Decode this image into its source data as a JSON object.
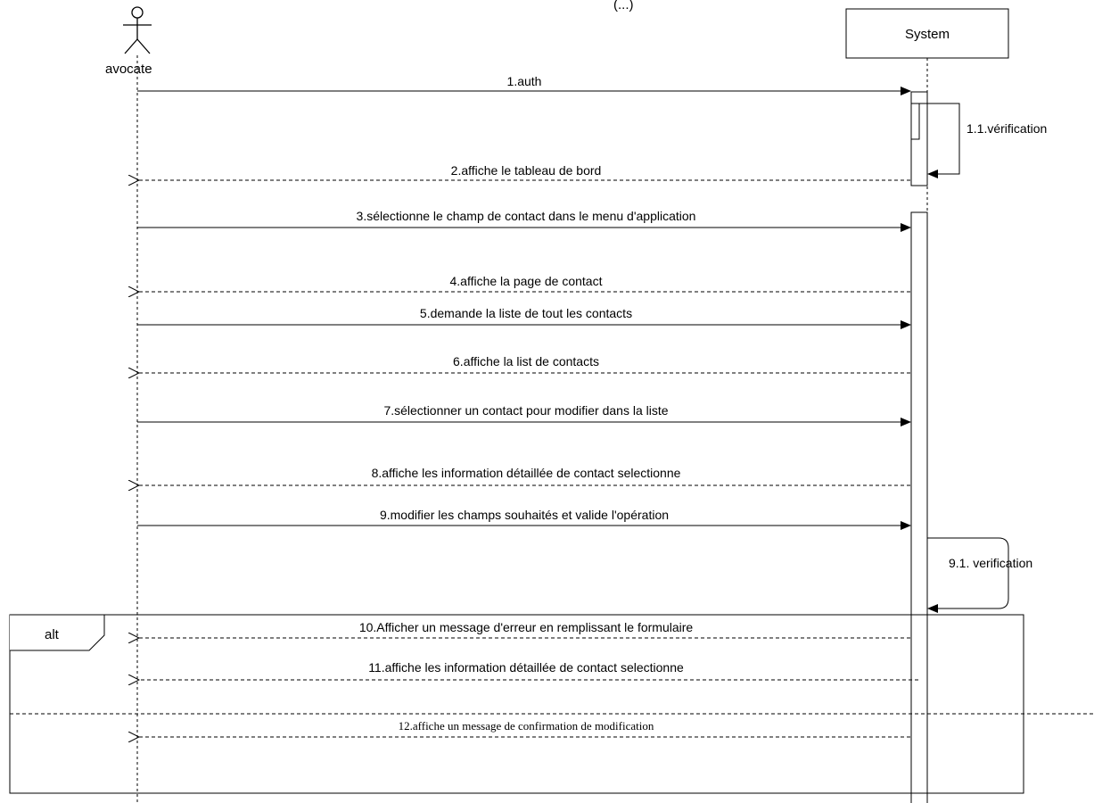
{
  "header_fragment": "(...)",
  "actor": {
    "name": "avocate"
  },
  "system": {
    "name": "System"
  },
  "messages": [
    {
      "label": "1.auth"
    },
    {
      "label": "1.1.vérification"
    },
    {
      "label": "2.affiche le tableau de bord"
    },
    {
      "label": "3.sélectionne le champ de contact dans le menu d'application"
    },
    {
      "label": "4.affiche la page de contact"
    },
    {
      "label": "5.demande la liste de tout les contacts"
    },
    {
      "label": "6.affiche la list de contacts"
    },
    {
      "label": "7.sélectionner un contact pour modifier dans la liste"
    },
    {
      "label": "8.affiche les information détaillée de contact selectionne"
    },
    {
      "label": "9.modifier les champs souhaités et valide l'opération"
    },
    {
      "label": "9.1. verification"
    },
    {
      "label": "10.Afficher un message d'erreur en remplissant le formulaire"
    },
    {
      "label": "11.affiche les information détaillée de contact selectionne"
    },
    {
      "label": "12.affiche un message de confirmation de modification"
    }
  ],
  "fragment": {
    "operator": "alt"
  }
}
